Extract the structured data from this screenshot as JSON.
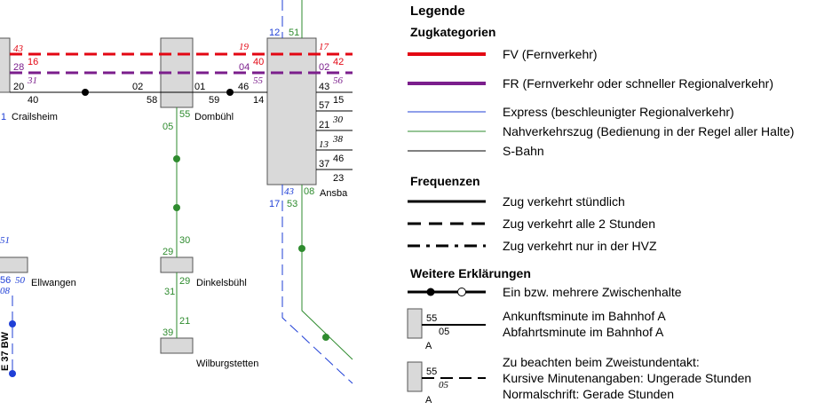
{
  "network": {
    "stations": {
      "crailsheim": "Crailsheim",
      "dombuehl": "Dombühl",
      "ansbach": "Ansba",
      "ellwangen": "Ellwangen",
      "dinkelsbuehl": "Dinkelsbühl",
      "wilburgstetten": "Wilburgstetten"
    },
    "route_label": "E 37 BW",
    "minutes": {
      "crail_fv": "43",
      "crail_fv2": "16",
      "crail_fr": "28",
      "crail_fr2": "31",
      "crail_s1": "20",
      "crail_s2": "40",
      "crail_blue": "1",
      "mid_02": "02",
      "mid_58": "58",
      "mid_01": "01",
      "mid_59": "59",
      "mid_46": "46",
      "dom_19": "19",
      "dom_40": "40",
      "dom_04": "04",
      "dom_55i": "55",
      "dom_14": "14",
      "dom_55": "55",
      "dom_05": "05",
      "ans_12": "12",
      "ans_51": "51",
      "ans_17i": "17",
      "ans_42": "42",
      "ans_02": "02",
      "ans_56": "56",
      "ans_43": "43",
      "ans_57": "57",
      "ans_15": "15",
      "ans_21": "21",
      "ans_30": "30",
      "ans_13": "13",
      "ans_38": "38",
      "ans_37": "37",
      "ans_46": "46",
      "ans_23": "23",
      "ans_43b": "43",
      "ans_08": "08",
      "ans_17": "17",
      "ans_53": "53",
      "dk_29a": "29",
      "dk_30": "30",
      "dk_29b": "29",
      "dk_31": "31",
      "dk_21": "21",
      "dk_39": "39",
      "ell_51": "51",
      "ell_56": "56",
      "ell_50": "50",
      "ell_08": "08"
    }
  },
  "legend": {
    "title": "Legende",
    "categories_title": "Zugkategorien",
    "categories": [
      {
        "label": "FV (Fernverkehr)",
        "color": "#e30613"
      },
      {
        "label": "FR (Fernverkehr oder schneller Regionalverkehr)",
        "color": "#7b1e8c"
      },
      {
        "label": "Express (beschleunigter Regionalverkehr)",
        "color": "#1f3fd6"
      },
      {
        "label": "Nahverkehrszug (Bedienung in der Regel aller Halte)",
        "color": "#2e8b2e"
      },
      {
        "label": "S-Bahn",
        "color": "#000000"
      }
    ],
    "frequency_title": "Frequenzen",
    "frequencies": [
      {
        "label": "Zug verkehrt stündlich",
        "style": "solid"
      },
      {
        "label": "Zug verkehrt alle 2 Stunden",
        "style": "dashed"
      },
      {
        "label": "Zug verkehrt nur in der HVZ",
        "style": "dashdot"
      }
    ],
    "more_title": "Weitere Erklärungen",
    "stops_label": "Ein bzw. mehrere Zwischenhalte",
    "arrival_label": "Ankunftsminute im Bahnhof A",
    "departure_label": "Abfahrtsminute im Bahnhof A",
    "example_arr": "55",
    "example_dep": "05",
    "example_station": "A",
    "two_hour_label": "Zu beachten beim Zweistundentakt:",
    "odd_label": "Kursive Minutenangaben: Ungerade Stunden",
    "even_label": "Normalschrift: Gerade Stunden"
  },
  "colors": {
    "fv": "#e30613",
    "fr": "#7b1e8c",
    "express": "#1f3fd6",
    "local": "#2e8b2e",
    "sbahn": "#000000",
    "station": "#d9d9d9"
  }
}
